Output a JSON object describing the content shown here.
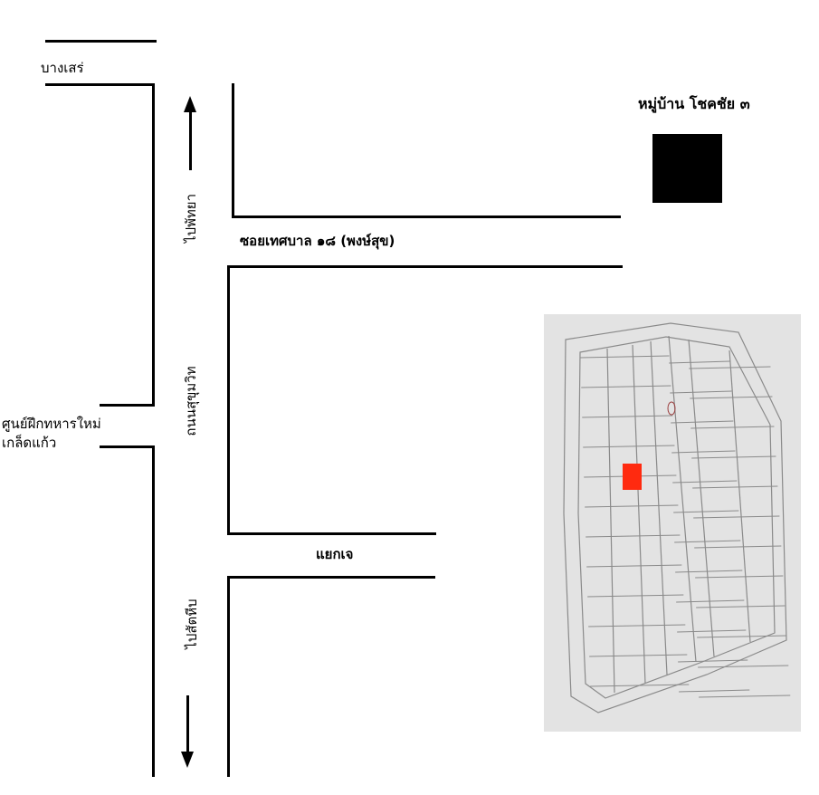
{
  "labels": {
    "bang_saen": "บางเสร่",
    "village": "หมู่บ้าน โชคชัย ๓",
    "soi": "ซอยเทศบาล ๑๘ (พงษ์สุข)",
    "to_pattaya": "ไปพัทยา",
    "sukhumvit": "ถนนสุขุมวิท",
    "training_center_line1": "ศูนย์ฝึกทหารใหม่",
    "training_center_line2": "เกล็ดแก้ว",
    "jay_junction": "แยกเจ",
    "to_sattahip": "ไปสัตหีบ"
  },
  "colors": {
    "road": "#000000",
    "village_marker": "#000000",
    "plot_highlight": "#ff2a0f",
    "plan_background": "#e3e3e3",
    "plan_lines": "#8a8a8a"
  },
  "icons": {
    "north_arrow": "arrow-up-icon",
    "south_arrow": "arrow-down-icon"
  }
}
